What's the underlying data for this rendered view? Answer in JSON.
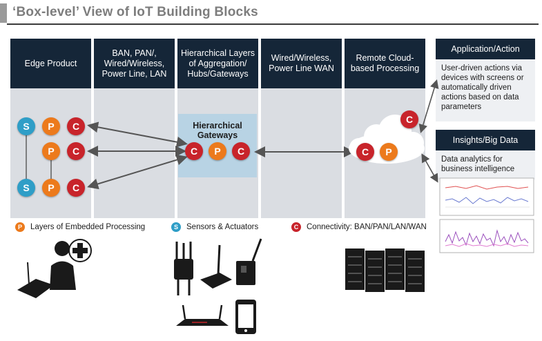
{
  "title": "‘Box-level’ View of IoT Building Blocks",
  "columns": [
    {
      "label": "Edge Product"
    },
    {
      "label": "BAN, PAN/, Wired/Wireless, Power Line, LAN"
    },
    {
      "label": "Hierarchical Layers of Aggregation/ Hubs/Gateways"
    },
    {
      "label": "Wired/Wireless, Power Line WAN"
    },
    {
      "label": "Remote Cloud-based Processing"
    }
  ],
  "application_box": {
    "title": "Application/Action",
    "body": "User-driven actions via devices with screens or automatically driven actions based on data parameters"
  },
  "insights_box": {
    "title": "Insights/Big Data",
    "body": "Data analytics for business intelligence"
  },
  "hub_label": "Hierarchical Gateways",
  "circle_letters": {
    "sensor": "S",
    "processing": "P",
    "connectivity": "C"
  },
  "legend": {
    "processing": "Layers of Embedded Processing",
    "sensor": "Sensors & Actuators",
    "connectivity": "Connectivity: BAN/PAN/LAN/WAN"
  },
  "colors": {
    "header": "#152638",
    "column": "#dadde2",
    "hub": "#b8d3e4",
    "sensor": "#2f9ec7",
    "processing": "#ec7a1c",
    "connectivity": "#c8242b"
  },
  "icons": [
    "thermostat-icon",
    "person-icon",
    "medical-cross-icon",
    "gateway-router-icon",
    "smartphone-icon",
    "server-rack-icon",
    "cloud-icon",
    "chart-thumbnail-icon"
  ]
}
